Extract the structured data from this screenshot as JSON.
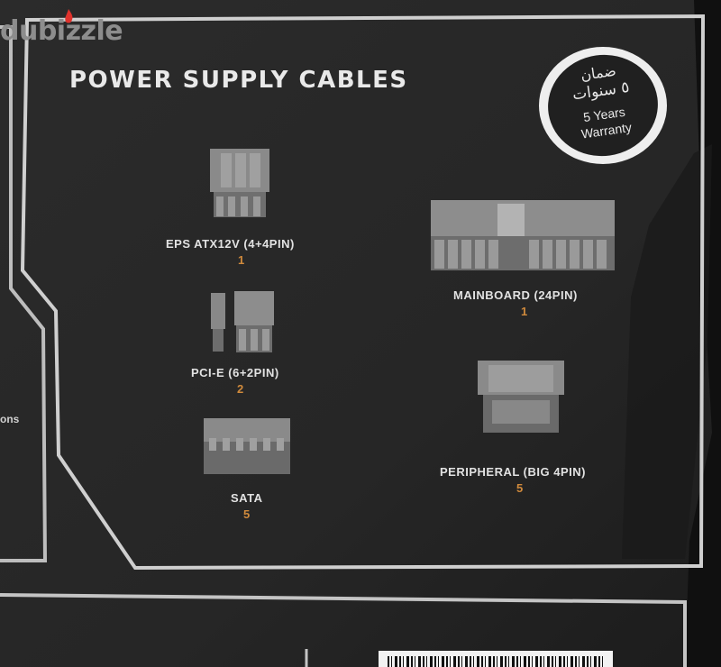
{
  "brand": {
    "name": "dubizzle"
  },
  "heading": "POWER SUPPLY CABLES",
  "warranty_badge": {
    "arabic_line1": "ضمان",
    "arabic_line2": "٥ سنوات",
    "english_line1": "5 Years",
    "english_line2": "Warranty"
  },
  "cables": [
    {
      "label": "EPS ATX12V (4+4PIN)",
      "count": "1",
      "connector_icon": "eps-8pin-connector"
    },
    {
      "label": "MAINBOARD (24PIN)",
      "count": "1",
      "connector_icon": "atx-24pin-connector"
    },
    {
      "label": "PCI-E (6+2PIN)",
      "count": "2",
      "connector_icon": "pcie-6plus2-connector"
    },
    {
      "label": "PERIPHERAL (BIG 4PIN)",
      "count": "5",
      "connector_icon": "molex-4pin-connector"
    },
    {
      "label": "SATA",
      "count": "5",
      "connector_icon": "sata-connector"
    }
  ],
  "side_fragment": "ons",
  "colors": {
    "box": "#2a2a2a",
    "outline": "#c9c9c9",
    "count_accent": "#d08a3c",
    "label": "#e2e2e2"
  }
}
